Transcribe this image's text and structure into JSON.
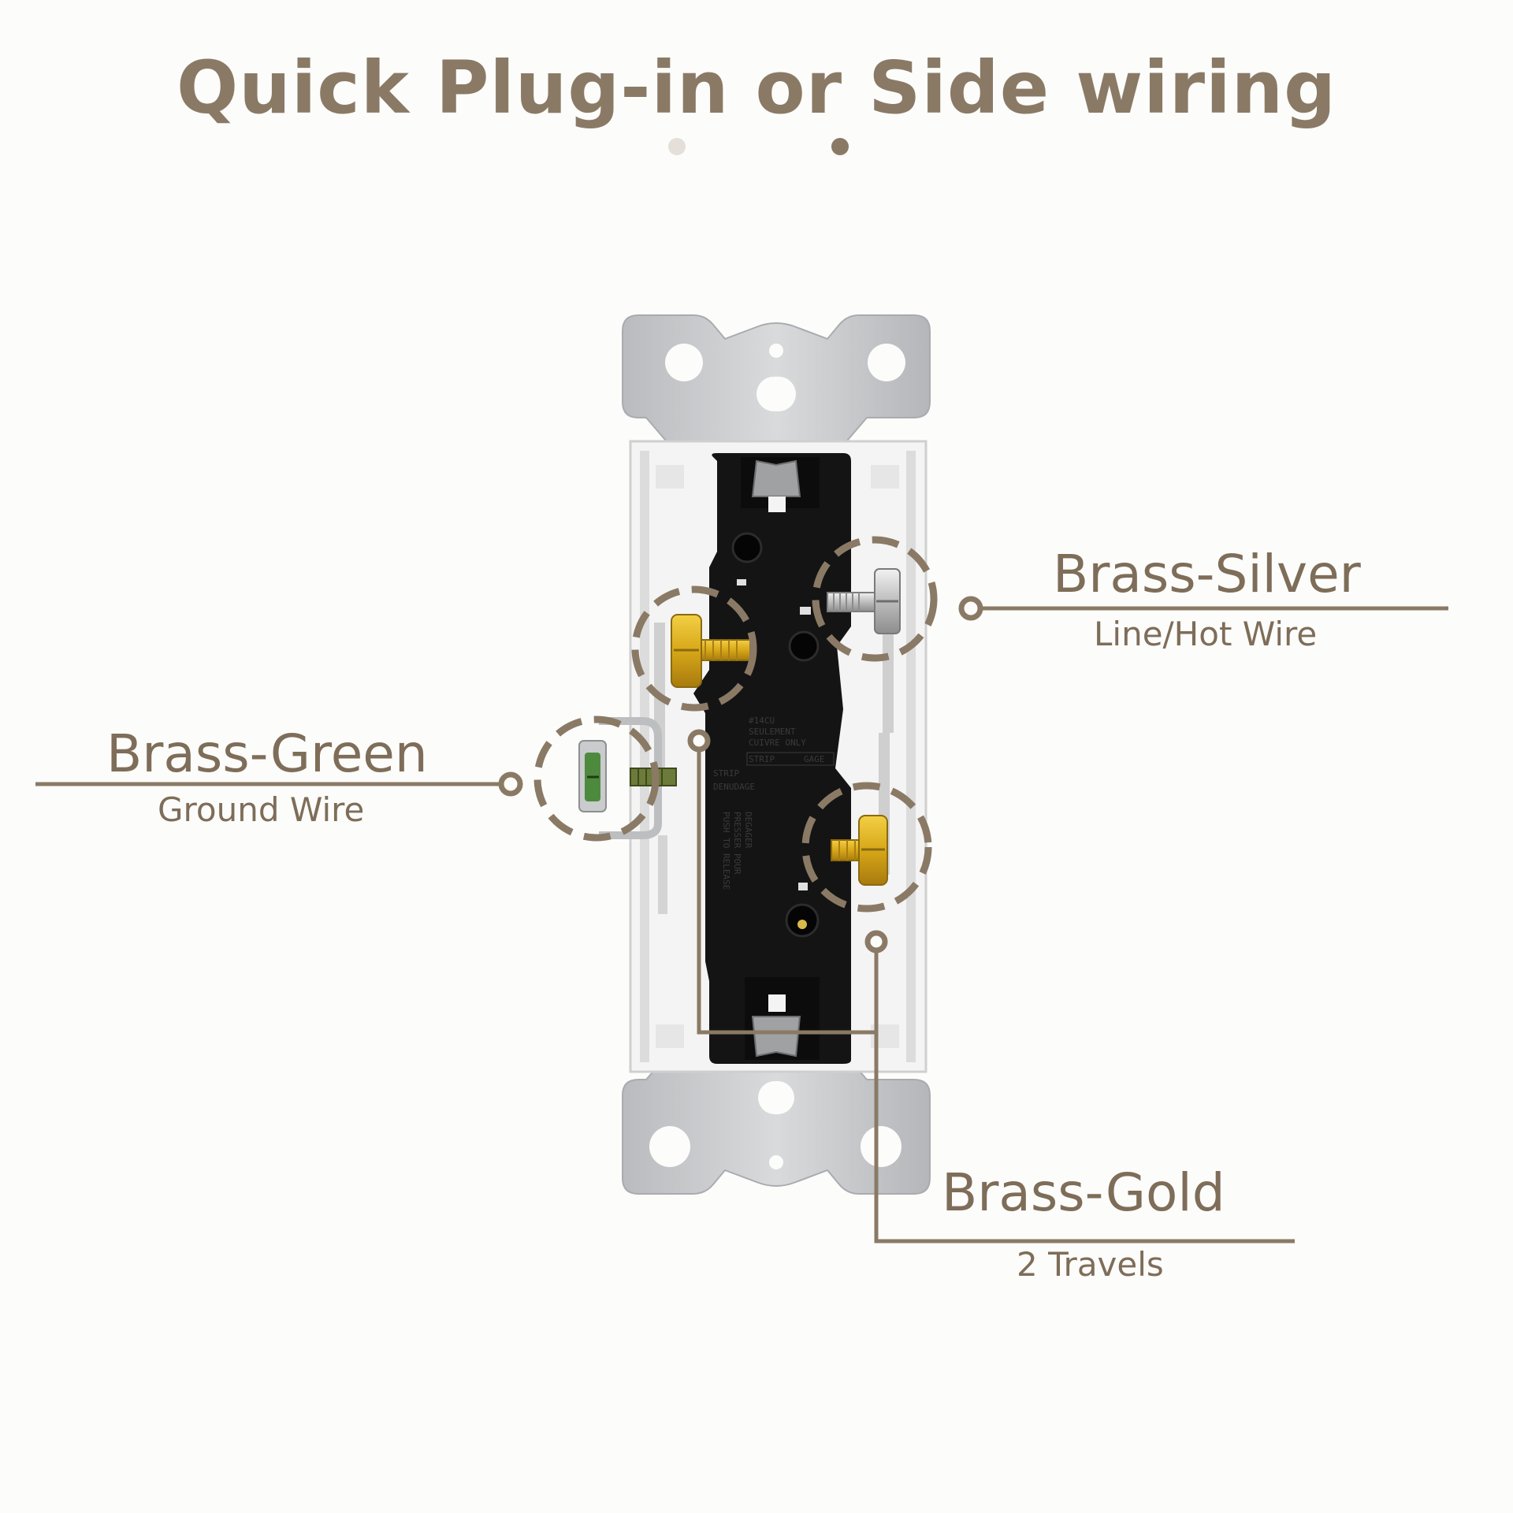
{
  "title": "Quick Plug-in or Side wiring",
  "carousel": {
    "count": 2,
    "active_index": 1
  },
  "callouts": {
    "silver": {
      "name": "Brass-Silver",
      "sub": "Line/Hot Wire"
    },
    "green": {
      "name": "Brass-Green",
      "sub": "Ground Wire"
    },
    "gold": {
      "name": "Brass-Gold",
      "sub": "2 Travels"
    }
  },
  "colors": {
    "accent": "#8a7a65",
    "body": "#141414",
    "strap": "#c9cacc",
    "brass": "#e0b320"
  },
  "switch_markings": [
    "PUSH TO RELEASE",
    "PRESSER POUR",
    "DEGAGER",
    "STRIP",
    "GAGE",
    "DENUDAGE",
    "#14CU",
    "SEULEMENT",
    "CUIVRE ONLY"
  ]
}
